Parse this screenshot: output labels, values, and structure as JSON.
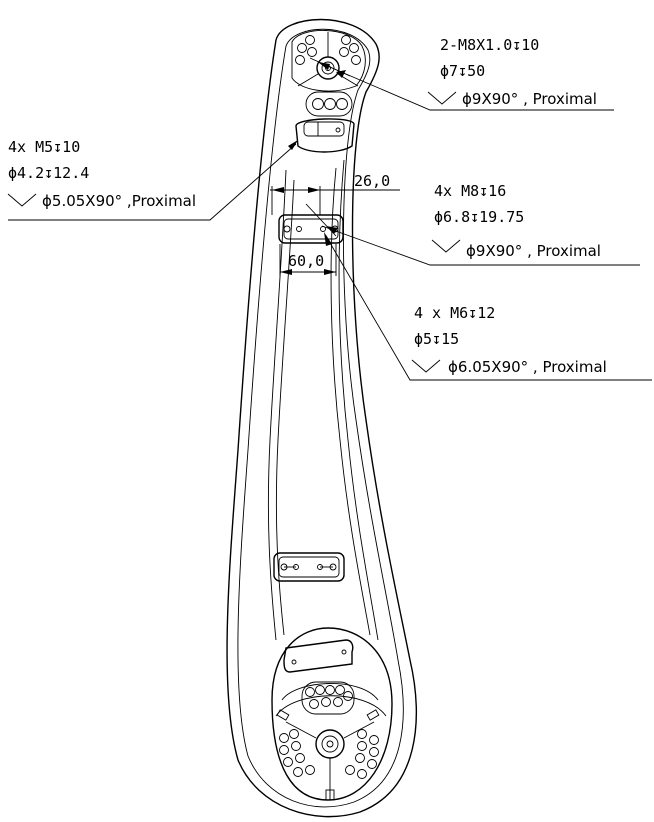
{
  "callouts": {
    "top_right": {
      "line1": "2-M8X1.0↧10",
      "line2": "ϕ7↧50",
      "line3": "ϕ9X90° , Proximal"
    },
    "left": {
      "line1": "4x M5↧10",
      "line2": "ϕ4.2↧12.4",
      "line3": "ϕ5.05X90° ,Proximal"
    },
    "mid_right": {
      "line1": "4x M8↧16",
      "line2": "ϕ6.8↧19.75",
      "line3": "ϕ9X90° , Proximal"
    },
    "lower_right": {
      "line1": "4 x M6↧12",
      "line2": "ϕ5↧15",
      "line3": "ϕ6.05X90° , Proximal"
    }
  },
  "dimensions": {
    "upper": "26,0",
    "lower": "60,0"
  }
}
